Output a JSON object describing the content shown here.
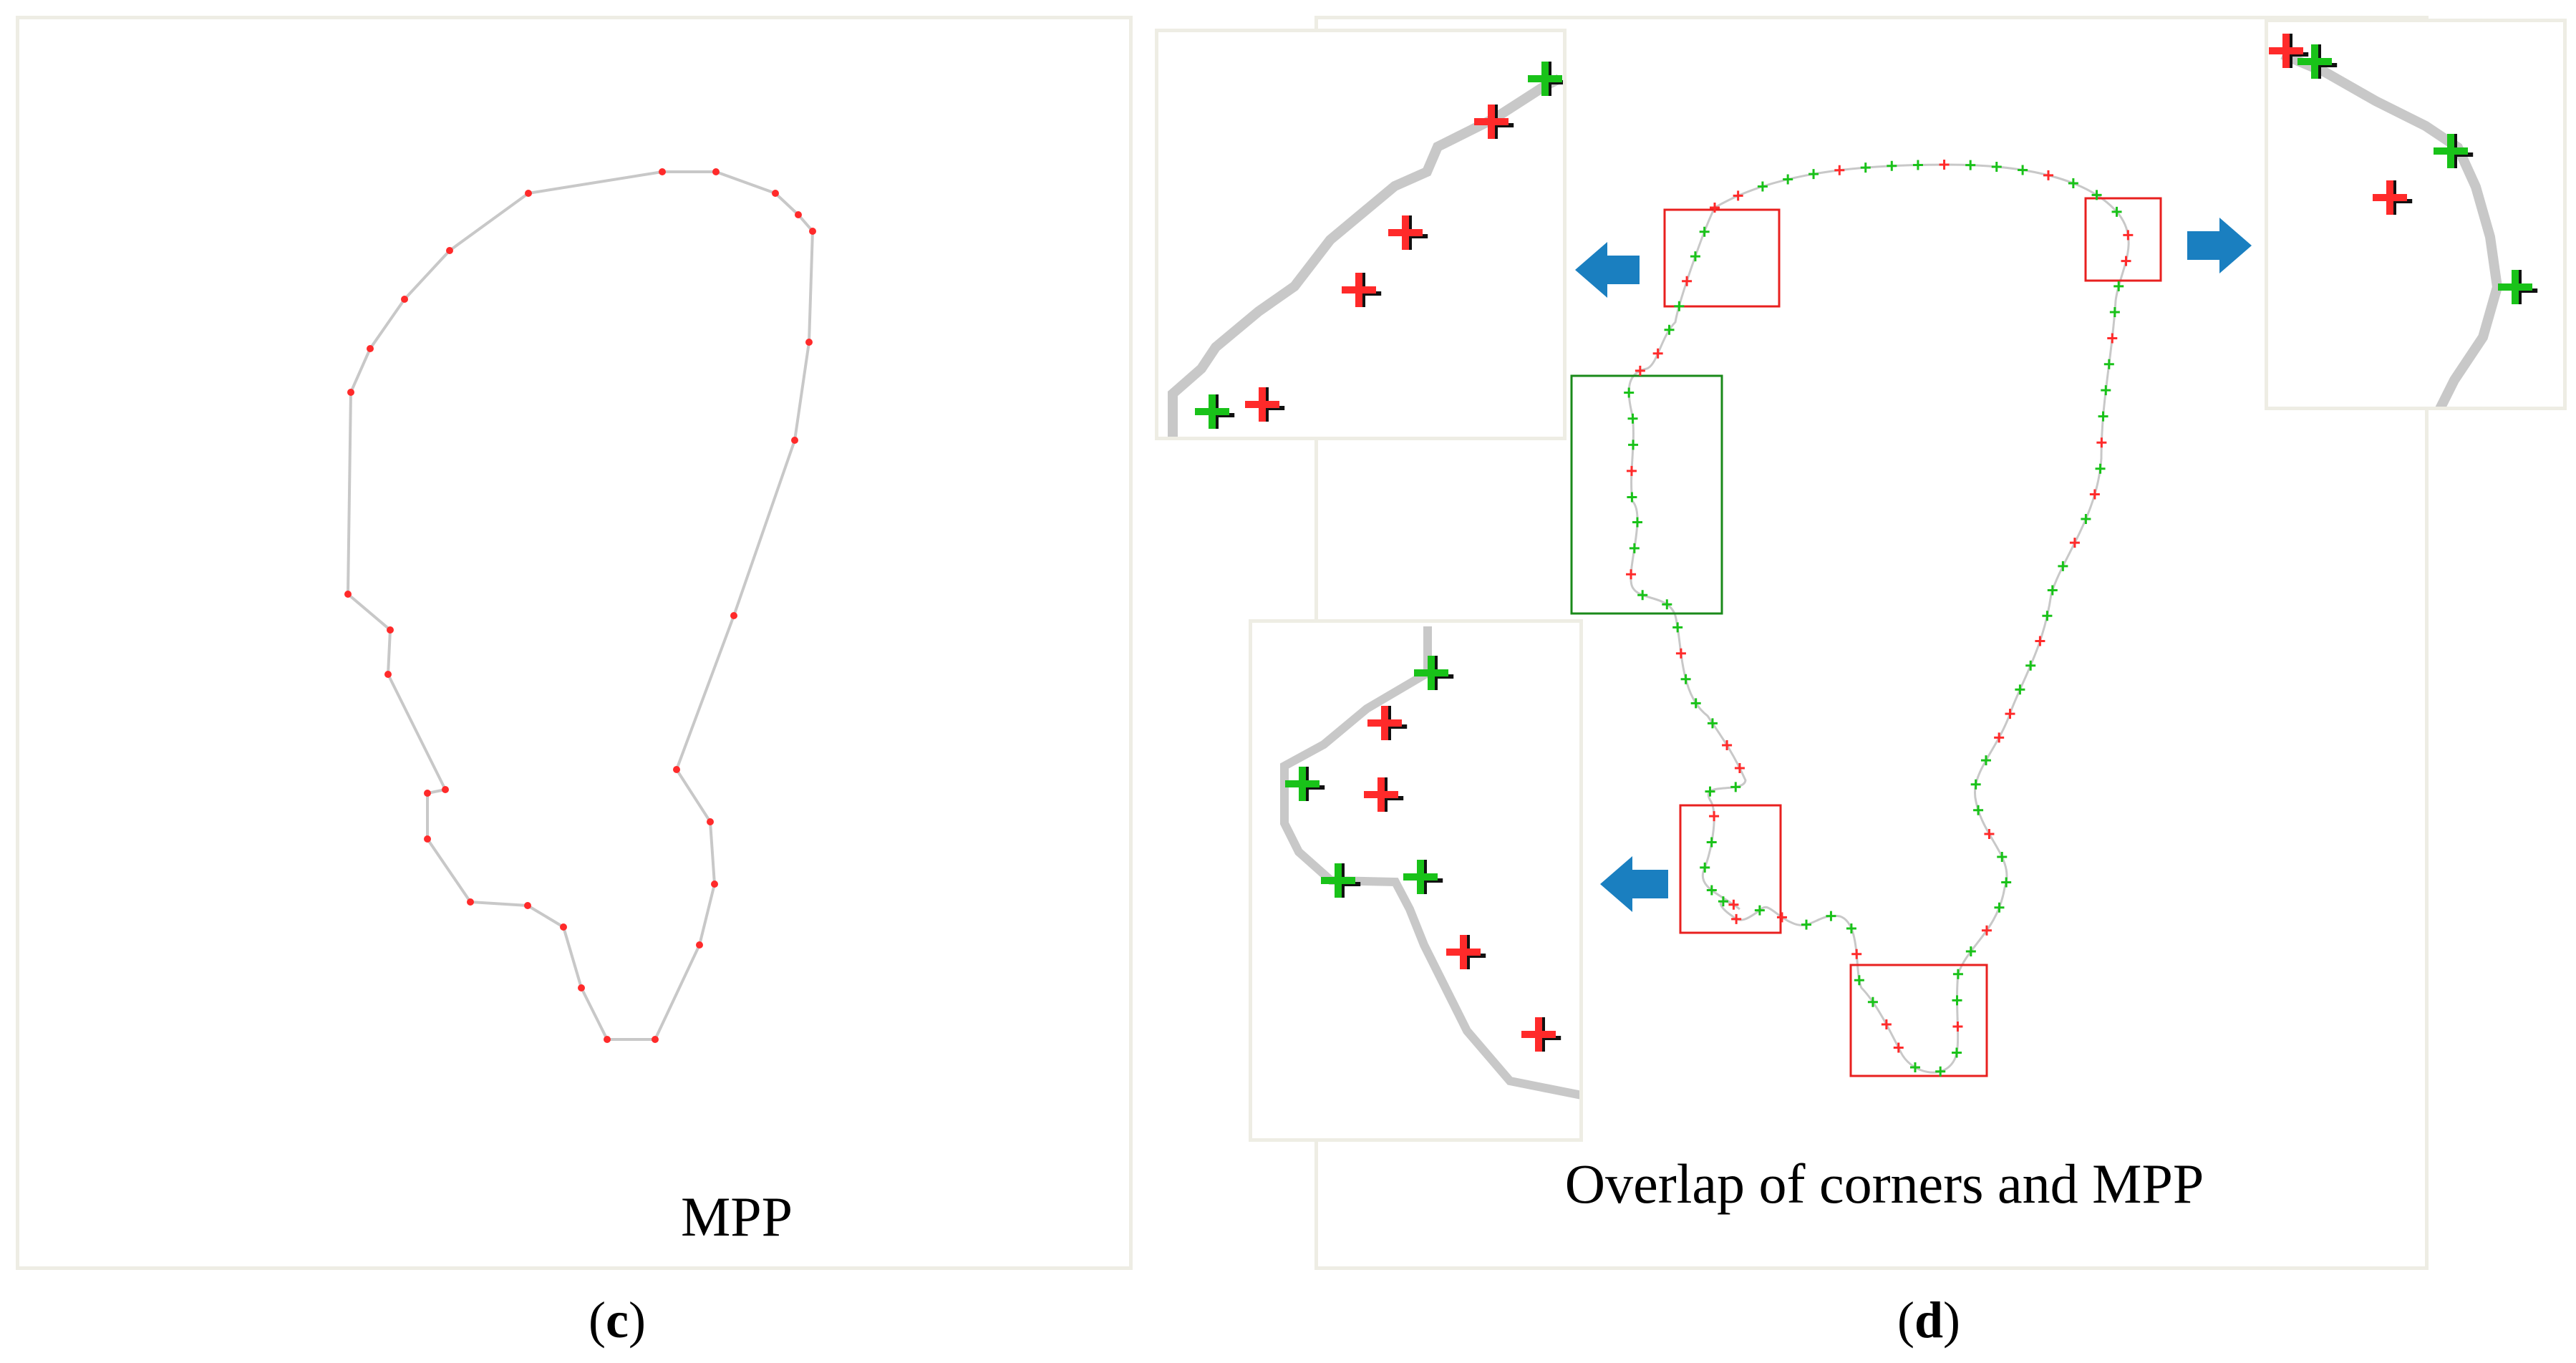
{
  "panel_c": {
    "caption": "MPP",
    "label_open": "(",
    "label_letter": "c",
    "label_close": ")"
  },
  "panel_d": {
    "caption": "Overlap of corners and MPP",
    "label_open": "(",
    "label_letter": "d",
    "label_close": ")"
  },
  "colors": {
    "contour": "#c8c8c8",
    "corner_marker": "#ff2a2a",
    "mpp_marker": "#19c219",
    "box_red": "#e8201f",
    "box_green": "#1a8a1a",
    "arrow": "#1a7fc0",
    "frame": "#eeede4"
  },
  "icons": {
    "arrow_left": "arrow-left-icon",
    "arrow_right": "arrow-right-icon",
    "corner": "red-cross-marker-icon",
    "mpp": "green-cross-marker-icon"
  }
}
